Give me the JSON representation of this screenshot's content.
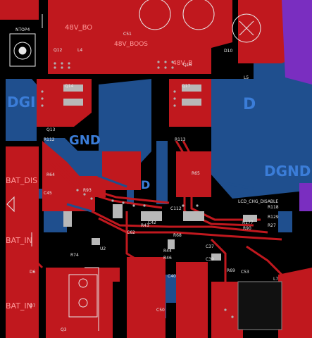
{
  "colors": {
    "background": "#000000",
    "top_copper": "#c0181e",
    "bottom_copper": "#1f4f8e",
    "silkscreen": "#e8e8e8",
    "net_label_blue": "#3b7dd8",
    "net_label_red": "#ff9a9a",
    "purple_layer": "#7a2ec0",
    "pad_gray": "#b8b8b8"
  },
  "net_labels": {
    "dgi": "DGI",
    "gnd": "GND",
    "d_right": "D",
    "dgnd": "DGND",
    "d_mid": "D",
    "bat_dis": "BAT_DIS",
    "bat_in_top": "BAT_IN",
    "bat_in_bottom": "BAT_IN",
    "v48_bo_left": "48V_BO",
    "v48_bo_mid": "48V_BOOS",
    "v48_b_right": "48V_B",
    "lcd_dis": "LCD_CHG_DISABLE"
  },
  "designators": {
    "ntop4": "NTOP4",
    "c51": "C51",
    "q12": "Q12",
    "l4": "L4",
    "q14": "Q14",
    "q16": "Q16",
    "d10": "D10",
    "q17": "Q17",
    "l5": "L5",
    "r112": "R112",
    "r113": "R113",
    "q13": "Q13",
    "r64": "R64",
    "r65": "R65",
    "c45": "C45",
    "r74": "R74",
    "u2": "U2",
    "r177": "R177",
    "r90": "R90",
    "c37": "C37",
    "c39": "C39",
    "r69": "R69",
    "c53": "C53",
    "l7": "L7",
    "r118": "R118",
    "r129": "R129",
    "r27": "R27",
    "c40": "C40",
    "c50": "C50",
    "d7": "D7",
    "d6": "D6",
    "q3": "Q3",
    "r44": "R44",
    "r46": "R46",
    "c62": "C62",
    "r43": "R43",
    "c42": "C42",
    "r93": "R93",
    "c112": "C112",
    "r68": "R68"
  }
}
